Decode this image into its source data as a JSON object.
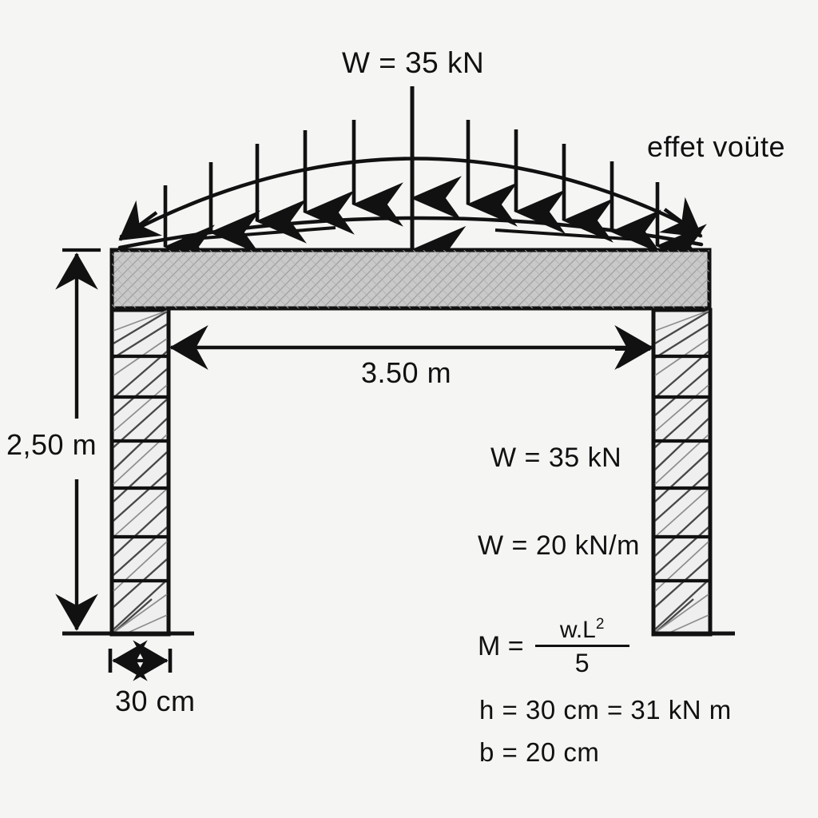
{
  "figure": {
    "title": "effet voute - portal frame with arch effect",
    "background_color": "#f5f5f4",
    "ink_color": "#111111",
    "beam_fill_color": "#c9c9c9"
  },
  "labels": {
    "load_top": "W = 35 kN",
    "arch_effect": "effet voüte",
    "span": "3.50 m",
    "height": "2,50 m",
    "column_width": "30 cm"
  },
  "notes": {
    "point_load": "W =  35 kN",
    "distributed_load": "W = 20 kN/m",
    "moment_lhs": "M  =",
    "moment_numerator": "w.L",
    "moment_numerator_exponent": "2",
    "moment_denominator": "5",
    "section_height": "h = 30 cm = 31 kN m",
    "section_width": "b = 20 cm"
  },
  "chart_data": {
    "type": "diagram",
    "title": "Portal frame with parabolic arch load distribution (effet voûte)",
    "structure": {
      "span_m": 3.5,
      "clear_height_m": 2.5,
      "column_width_cm": 30,
      "section_height_cm": 30,
      "section_width_cm": 20,
      "column_courses": 7
    },
    "loads": {
      "point_load_kN": 35,
      "distributed_load_kN_per_m": 20,
      "moment_formula": "M = w.L^2 / 5",
      "moment_value_kN_m": 31
    },
    "annotations": [
      "W = 35 kN",
      "effet voüte",
      "3.50 m",
      "2,50 m",
      "30 cm",
      "W = 20 kN/m",
      "h = 30 cm = 31 kN m",
      "b = 20 cm"
    ],
    "arrow_count": 11
  }
}
